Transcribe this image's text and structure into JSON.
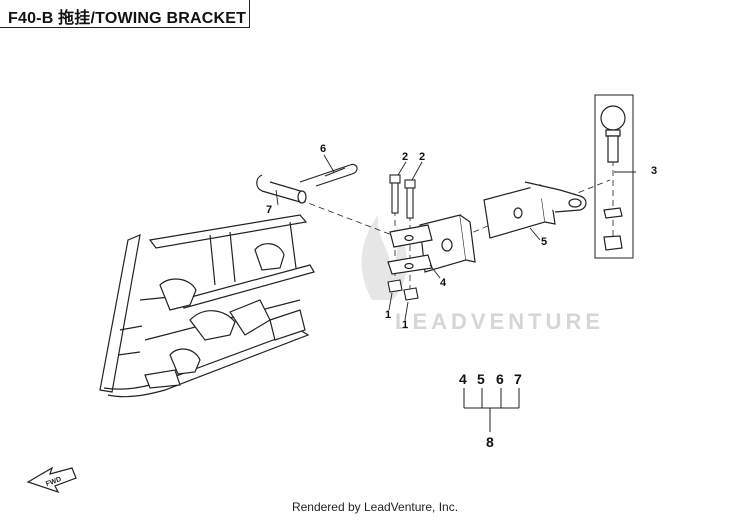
{
  "header": {
    "title": "F40-B 拖挂/TOWING BRACKET"
  },
  "callouts": {
    "c1a": "1",
    "c1b": "1",
    "c2a": "2",
    "c2b": "2",
    "c3": "3",
    "c4": "4",
    "c5": "5",
    "c6": "6",
    "c7": "7"
  },
  "kit_legend": {
    "n4": "4",
    "n5": "5",
    "n6": "6",
    "n7": "7",
    "n8": "8"
  },
  "watermark": {
    "text": "LEADVENTURE"
  },
  "fwd_label": "FWD",
  "footer": {
    "text": "Rendered by LeadVenture, Inc."
  }
}
